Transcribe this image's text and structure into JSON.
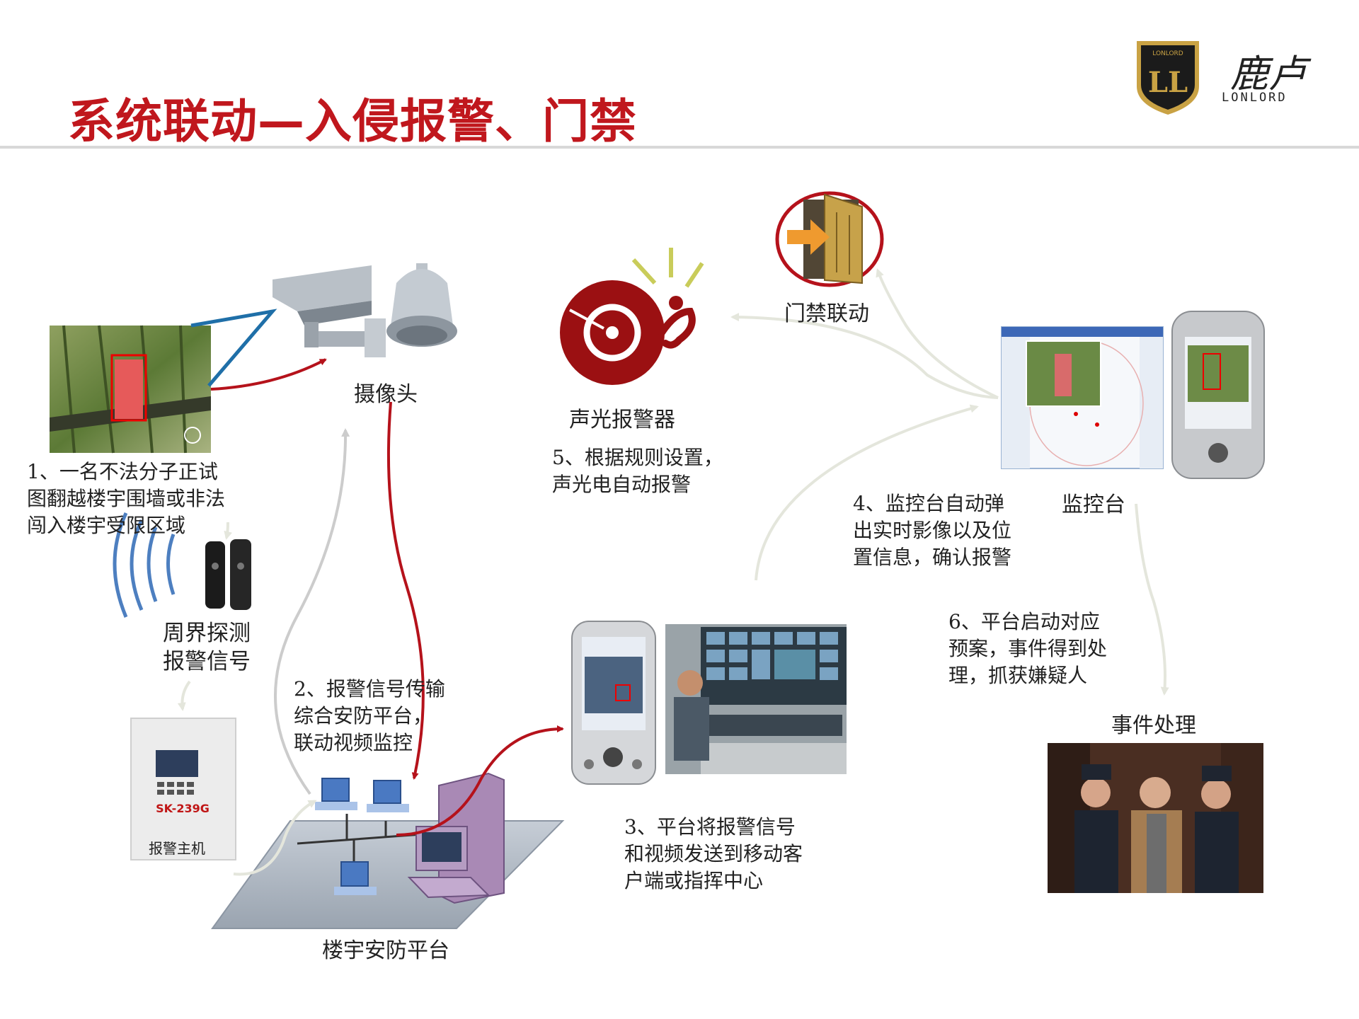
{
  "title": "系统联动—入侵报警、门禁",
  "logo": {
    "badge_small": "LONLORD",
    "badge": "LL",
    "brand_cn": "鹿卢",
    "brand_en": "LONLORD"
  },
  "labels": {
    "camera": "摄像头",
    "alarm_device": "声光报警器",
    "door": "门禁联动",
    "console": "监控台",
    "perimeter": "周界探测\n报警信号",
    "alarm_host": "报警主机",
    "platform": "楼宇安防平台",
    "incident": "事件处理",
    "sk_panel": "SK-239G"
  },
  "steps": {
    "s1": "1、一名不法分子正试\n图翻越楼宇围墙或非法\n闯入楼宇受限区域",
    "s2": "2、报警信号传输\n综合安防平台，\n联动视频监控",
    "s3": "3、平台将报警信号\n和视频发送到移动客\n户端或指挥中心",
    "s4": "4、监控台自动弹\n出实时影像以及位\n置信息，确认报警",
    "s5": "5、根据规则设置，\n声光电自动报警",
    "s6": "6、平台启动对应\n预案，事件得到处\n理，抓获嫌疑人"
  },
  "colors": {
    "title": "#c0171d",
    "arrow_red": "#b5121b",
    "arrow_grey": "#cccccc",
    "arrow_pale": "#e4e6dc",
    "blue": "#1f6fa8"
  }
}
